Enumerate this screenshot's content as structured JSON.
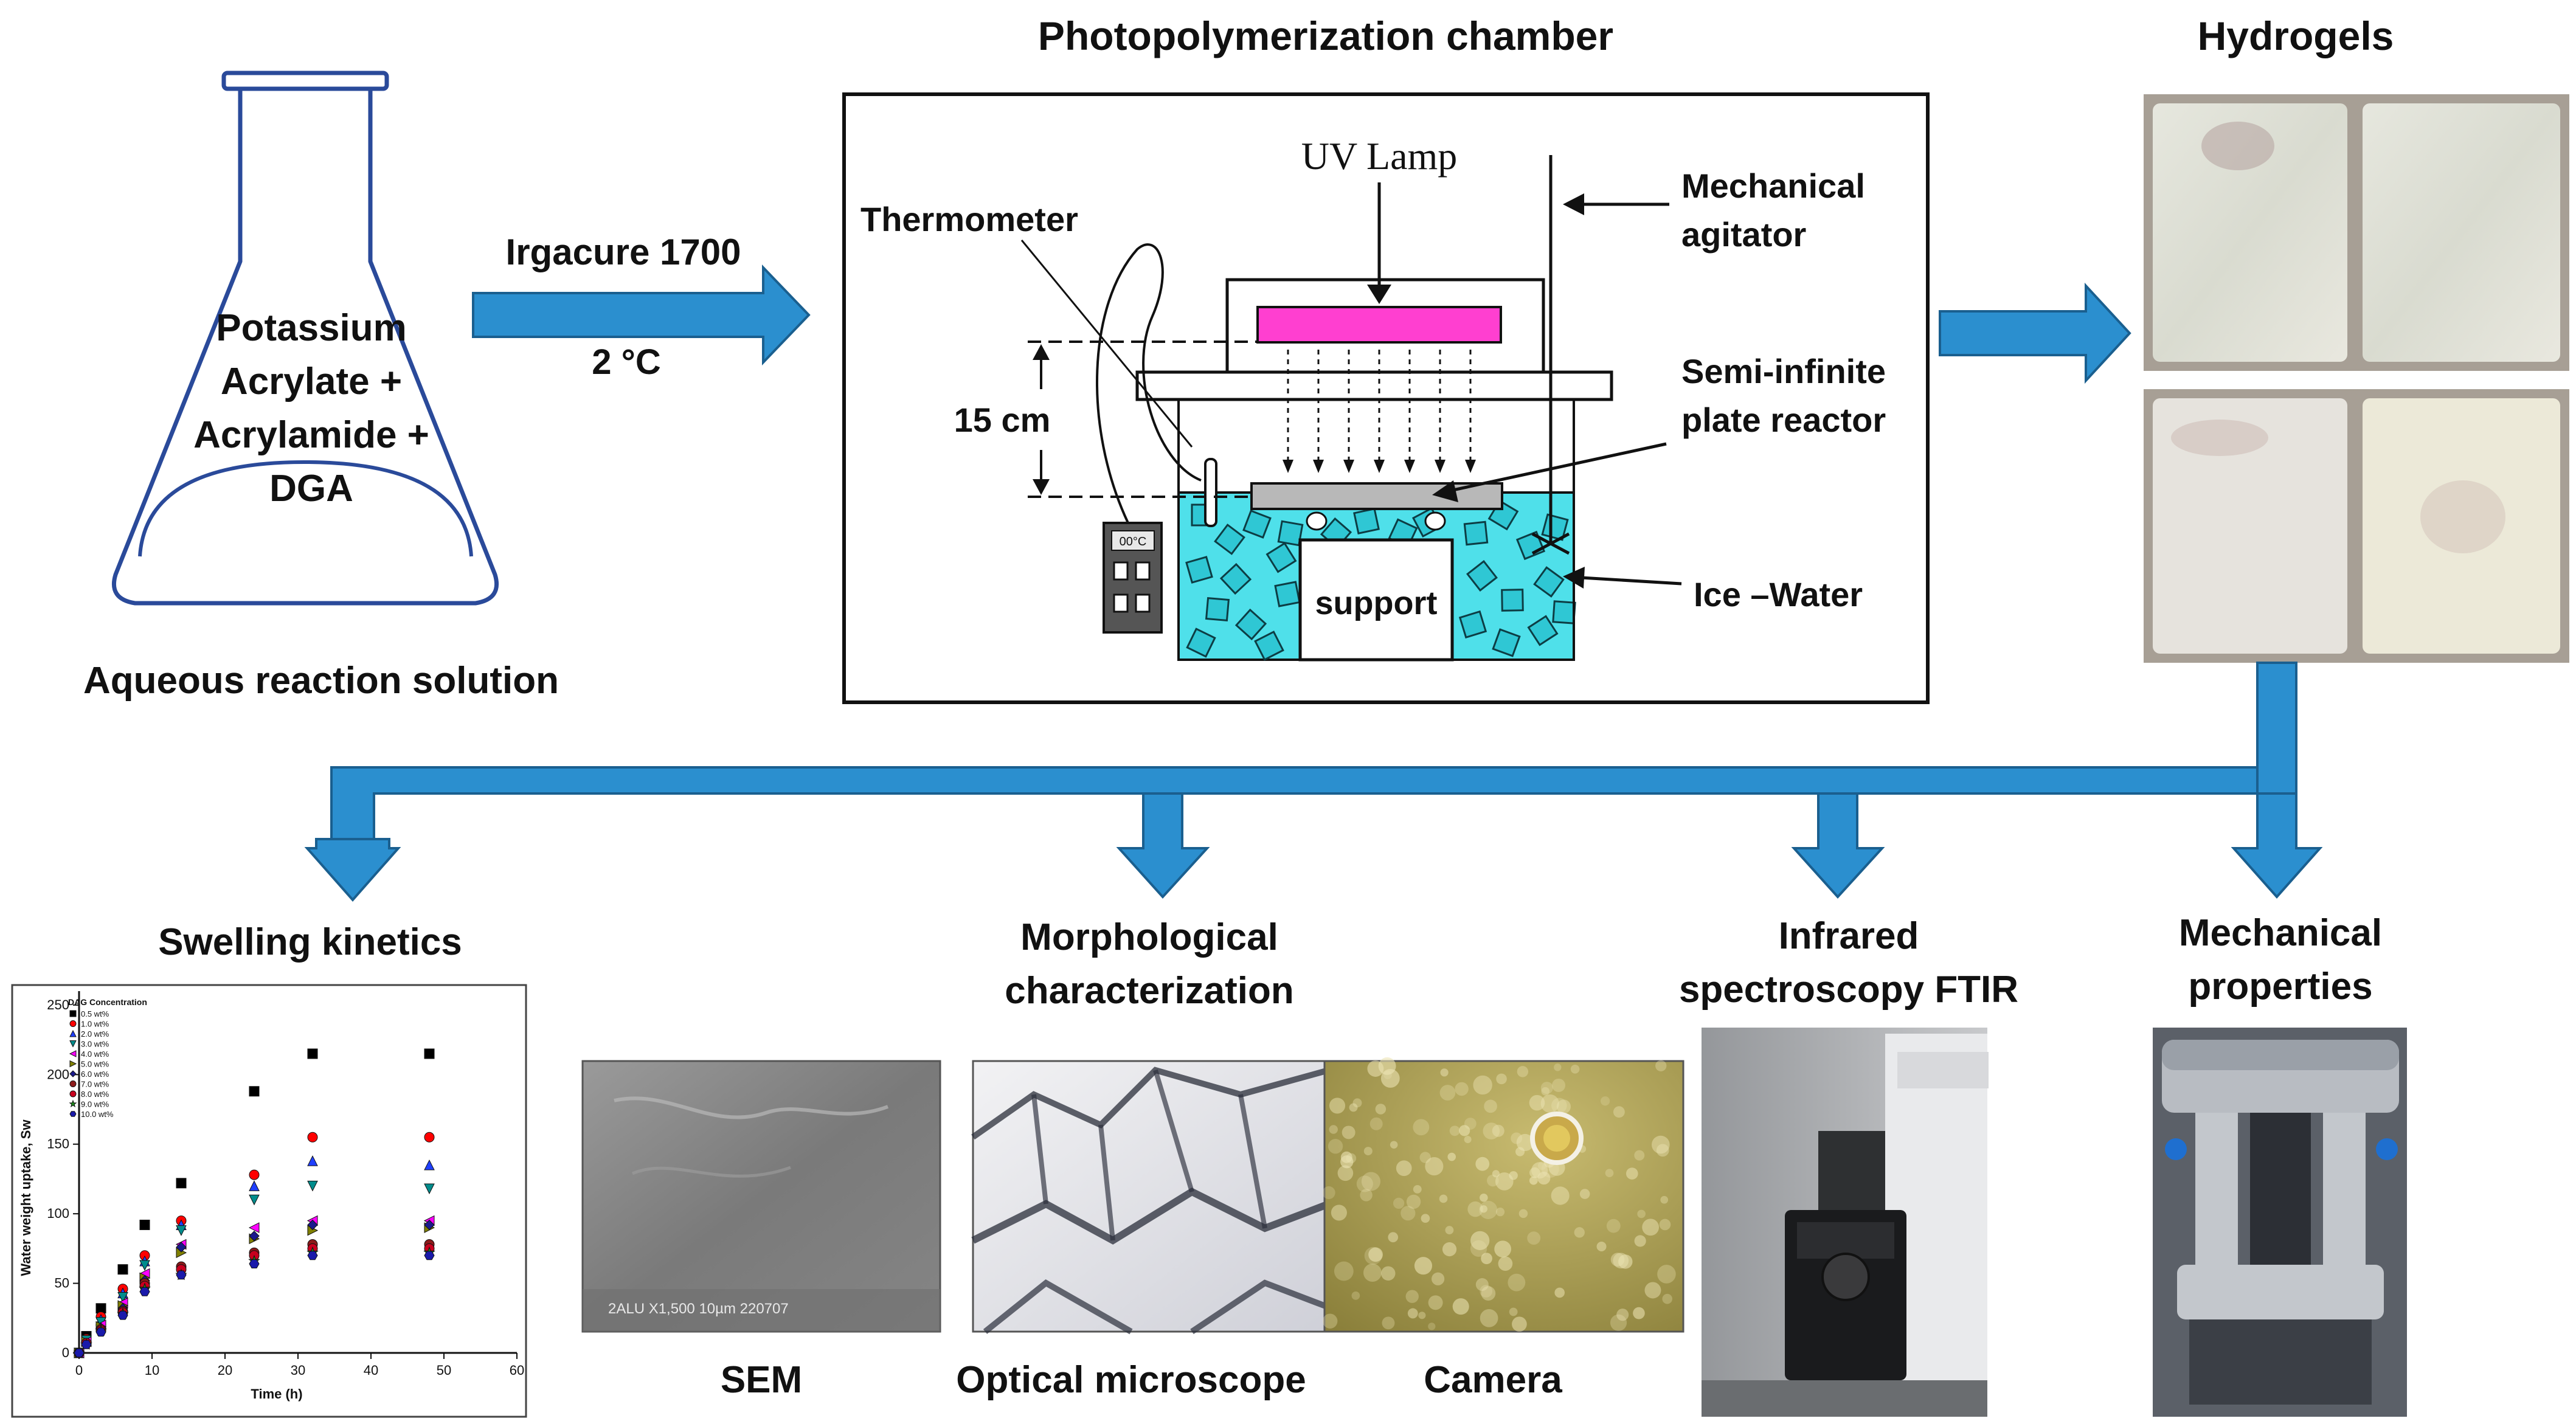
{
  "colors": {
    "arrow_fill": "#2b8fcf",
    "arrow_stroke": "#1a5f8f",
    "ice": "#4fe0ea",
    "uv_lamp": "#ff3fd0",
    "text": "#111111"
  },
  "flask": {
    "contents": [
      "Potassium",
      "Acrylate +",
      "Acrylamide +",
      "DGA"
    ],
    "caption": "Aqueous reaction solution"
  },
  "step1": {
    "top": "Irgacure 1700",
    "bottom": "2 °C"
  },
  "chamber": {
    "title": "Photopolymerization chamber",
    "uv_lamp": "UV Lamp",
    "thermometer": "Thermometer",
    "agitator": [
      "Mechanical",
      "agitator"
    ],
    "reactor": [
      "Semi-infinite",
      "plate reactor"
    ],
    "ice_water": "Ice –Water",
    "distance": "15 cm",
    "support": "support",
    "thermo_display": "00°C"
  },
  "hydrogels": {
    "title": "Hydrogels"
  },
  "analyses": {
    "swelling": "Swelling kinetics",
    "morph": [
      "Morphological",
      "characterization"
    ],
    "ftir": [
      "Infrared",
      "spectroscopy FTIR"
    ],
    "mech": [
      "Mechanical",
      "properties"
    ],
    "sem": "SEM",
    "optical": "Optical microscope",
    "camera": "Camera",
    "sem_bar": "2ALU  X1,500      10µm  220707"
  },
  "chart_data": {
    "type": "scatter",
    "xlabel": "Time (h)",
    "ylabel": "Water weight uptake, Sw",
    "xlim": [
      0,
      60
    ],
    "ylim": [
      0,
      260
    ],
    "xticks": [
      0,
      10,
      20,
      30,
      40,
      50,
      60
    ],
    "yticks": [
      0,
      50,
      100,
      150,
      200,
      250
    ],
    "legend_title": "DAG Concentration",
    "legend_position": "top-left",
    "x": [
      0,
      1,
      3,
      6,
      9,
      14,
      24,
      32,
      48
    ],
    "series": [
      {
        "name": "0.5 wt%",
        "color": "#000000",
        "marker": "square",
        "values": [
          0,
          12,
          32,
          60,
          92,
          122,
          188,
          215,
          215
        ]
      },
      {
        "name": "1.0 wt%",
        "color": "#ff0000",
        "marker": "circle",
        "values": [
          0,
          10,
          26,
          46,
          70,
          95,
          128,
          155,
          155
        ]
      },
      {
        "name": "2.0 wt%",
        "color": "#1f3fff",
        "marker": "triangle-up",
        "values": [
          0,
          9,
          24,
          43,
          66,
          92,
          120,
          138,
          135
        ]
      },
      {
        "name": "3.0 wt%",
        "color": "#008c8c",
        "marker": "triangle-down",
        "values": [
          0,
          9,
          22,
          40,
          63,
          88,
          110,
          120,
          118
        ]
      },
      {
        "name": "4.0 wt%",
        "color": "#ff00ff",
        "marker": "triangle-left",
        "values": [
          0,
          8,
          20,
          36,
          57,
          78,
          90,
          95,
          95
        ]
      },
      {
        "name": "5.0 wt%",
        "color": "#808000",
        "marker": "triangle-right",
        "values": [
          0,
          8,
          19,
          34,
          54,
          72,
          82,
          88,
          90
        ]
      },
      {
        "name": "6.0 wt%",
        "color": "#1a1a8c",
        "marker": "diamond",
        "values": [
          0,
          7,
          18,
          32,
          52,
          76,
          84,
          92,
          92
        ]
      },
      {
        "name": "7.0 wt%",
        "color": "#8c1a1a",
        "marker": "circle",
        "values": [
          0,
          7,
          17,
          30,
          50,
          62,
          72,
          78,
          78
        ]
      },
      {
        "name": "8.0 wt%",
        "color": "#c8001e",
        "marker": "circle",
        "values": [
          0,
          7,
          16,
          29,
          48,
          60,
          70,
          75,
          75
        ]
      },
      {
        "name": "9.0 wt%",
        "color": "#1a8c1a",
        "marker": "star",
        "values": [
          0,
          6,
          16,
          28,
          46,
          56,
          66,
          72,
          72
        ]
      },
      {
        "name": "10.0 wt%",
        "color": "#1a1aaa",
        "marker": "hexagon",
        "values": [
          0,
          6,
          15,
          27,
          44,
          56,
          64,
          70,
          70
        ]
      }
    ]
  }
}
